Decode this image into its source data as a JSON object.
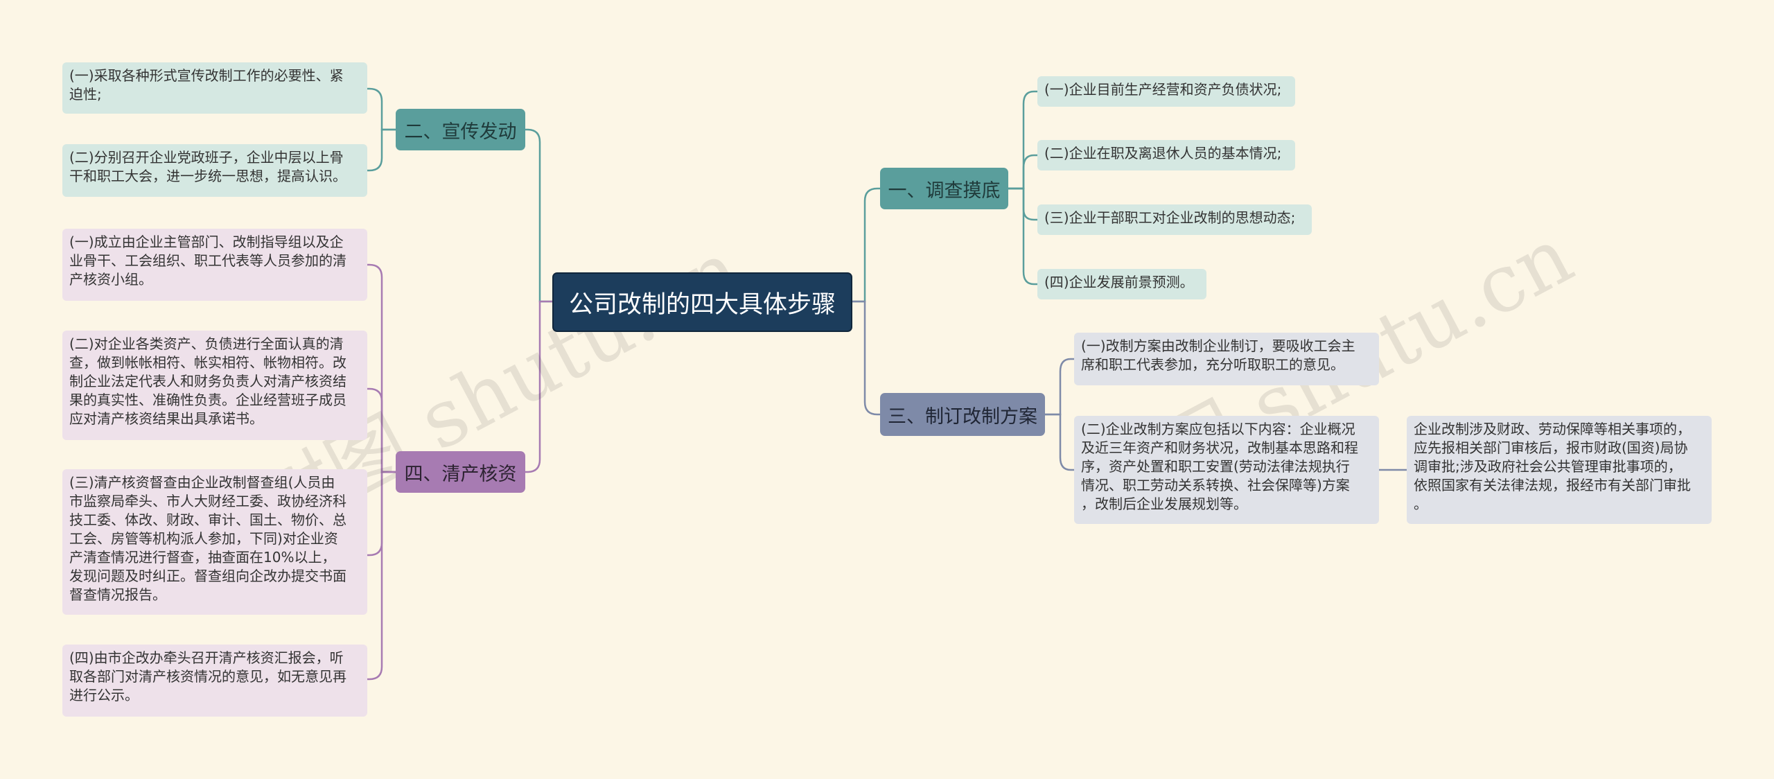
{
  "root": {
    "label": "公司改制的四大具体步骤"
  },
  "branches": {
    "b1": {
      "label": "一、调查摸底",
      "items": [
        "(一)企业目前生产经营和资产负债状况;",
        "(二)企业在职及离退休人员的基本情况;",
        "(三)企业干部职工对企业改制的思想动态;",
        "(四)企业发展前景预测。"
      ]
    },
    "b2": {
      "label": "二、宣传发动",
      "items": [
        "(一)采取各种形式宣传改制工作的必要性、紧\n迫性;",
        "(二)分别召开企业党政班子，企业中层以上骨\n干和职工大会，进一步统一思想，提高认识。"
      ]
    },
    "b3": {
      "label": "三、制订改制方案",
      "items": [
        "(一)改制方案由改制企业制订，要吸收工会主\n席和职工代表参加，充分听取职工的意见。",
        "(二)企业改制方案应包括以下内容：企业概况\n及近三年资产和财务状况，改制基本思路和程\n序，资产处置和职工安置(劳动法律法规执行\n情况、职工劳动关系转换、社会保障等)方案\n，改制后企业发展规划等。"
      ],
      "sub": "企业改制涉及财政、劳动保障等相关事项的，\n应先报相关部门审核后，报市财政(国资)局协\n调审批;涉及政府社会公共管理审批事项的，\n依照国家有关法律法规，报经市有关部门审批\n。"
    },
    "b4": {
      "label": "四、清产核资",
      "items": [
        "(一)成立由企业主管部门、改制指导组以及企\n业骨干、工会组织、职工代表等人员参加的清\n产核资小组。",
        "(二)对企业各类资产、负债进行全面认真的清\n查，做到帐帐相符、帐实相符、帐物相符。改\n制企业法定代表人和财务负责人对清产核资结\n果的真实性、准确性负责。企业经营班子成员\n应对清产核资结果出具承诺书。",
        "(三)清产核资督查由企业改制督查组(人员由\n市监察局牵头、市人大财经工委、政协经济科\n技工委、体改、财政、审计、国土、物价、总\n工会、房管等机构派人参加，下同)对企业资\n产清查情况进行督查，抽查面在10%以上，\n发现问题及时纠正。督查组向企改办提交书面\n督查情况报告。",
        "(四)由市企改办牵头召开清产核资汇报会，听\n取各部门对清产核资情况的意见，如无意见再\n进行公示。"
      ]
    }
  },
  "watermark": {
    "left": "树图 shutu.cn",
    "right": "树图 shutu.cn"
  },
  "colors": {
    "background": "#fcf6e6",
    "root": "#1c3d5c",
    "teal": "#5a9e9c",
    "purple": "#a77bb2",
    "slate": "#7e8aa8"
  }
}
